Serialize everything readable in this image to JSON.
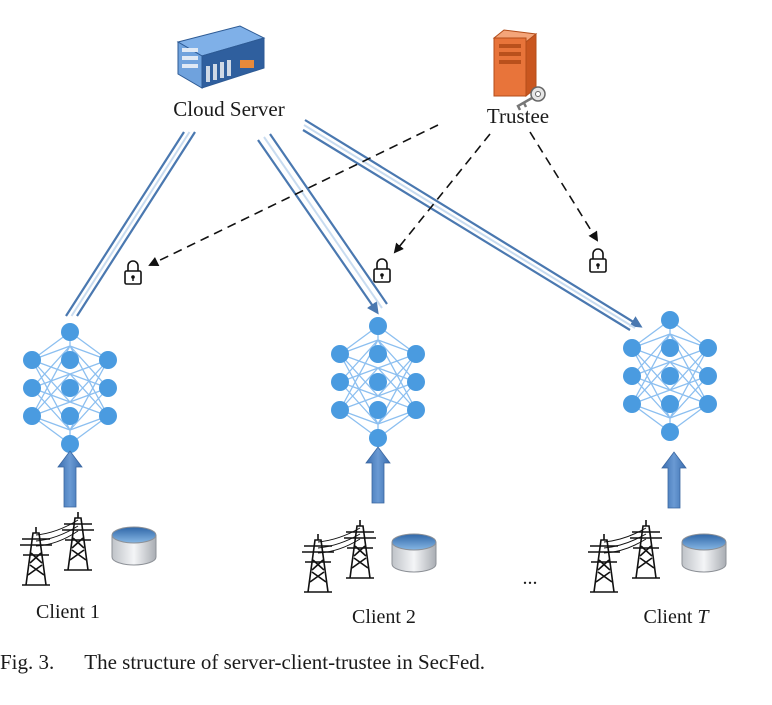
{
  "nodes": {
    "cloud_server": {
      "label": "Cloud Server",
      "icon": "server-icon"
    },
    "trustee": {
      "label": "Trustee",
      "icon": "key-server-icon"
    },
    "clients": [
      {
        "label": "Client 1"
      },
      {
        "label": "Client 2"
      },
      {
        "label": "Client ",
        "label_italic": "T"
      }
    ]
  },
  "ellipsis": "...",
  "caption": {
    "figure": "Fig. 3.",
    "text": "The structure of server-client-trustee in SecFed."
  },
  "colors": {
    "link_line": "#4a78b0",
    "link_inner": "#c9dcf0",
    "neuron": "#4a9be0",
    "neuron_edge": "#8cbff0",
    "upload_arrow": "#4a7fc0",
    "dashed_arrow": "#111111",
    "server_body": "#3c6fb0",
    "trustee_body": "#e8743a"
  }
}
